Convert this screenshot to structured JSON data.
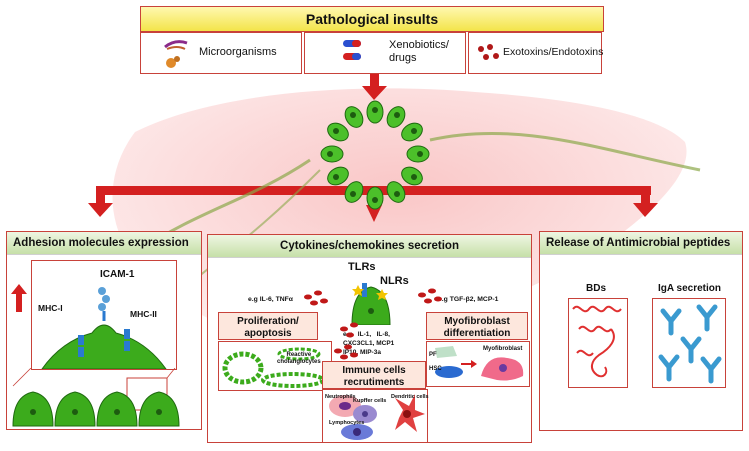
{
  "header": {
    "title": "Pathological insults"
  },
  "insults": [
    {
      "label": "Microorganisms"
    },
    {
      "label": "Xenobiotics/\ndrugs"
    },
    {
      "label": "Exotoxins/Endotoxins"
    }
  ],
  "left_panel": {
    "title": "Adhesion molecules expression",
    "icam": "ICAM-1",
    "mhc1": "MHC-I",
    "mhc2": "MHC-II"
  },
  "middle_panel": {
    "title": "Cytokines/chemokines secretion",
    "tlrs": "TLRs",
    "nlrs": "NLRs",
    "eg_left": "e.g IL-6, TNFα",
    "eg_right": "e.g TGF-β2, MCP-1",
    "eg_center": "e.g   IL-1,   IL-8,\nCXC3CL1, MCP1\nIP10, MIP-3a",
    "prolif": "Proliferation/\napoptosis",
    "reactive": "Reactive\ncholangiocytes",
    "myofib_title": "Myofibroblast\ndifferentiation",
    "pf": "PF",
    "hsc": "HSC",
    "myofibroblast": "Myofibroblast",
    "immune": "Immune cells\nrecrutiments",
    "neutrophils": "Neutrophils",
    "kupffer": "Kupffer cells",
    "dendritic": "Dendritic cells",
    "lymphocytes": "Lymphocytes"
  },
  "right_panel": {
    "title": "Release of Antimicrobial peptides",
    "bds": "BDs",
    "iga": "IgA secretion"
  },
  "colors": {
    "accent_red": "#d42020",
    "border": "#c8423a",
    "green": "#3aa020"
  }
}
